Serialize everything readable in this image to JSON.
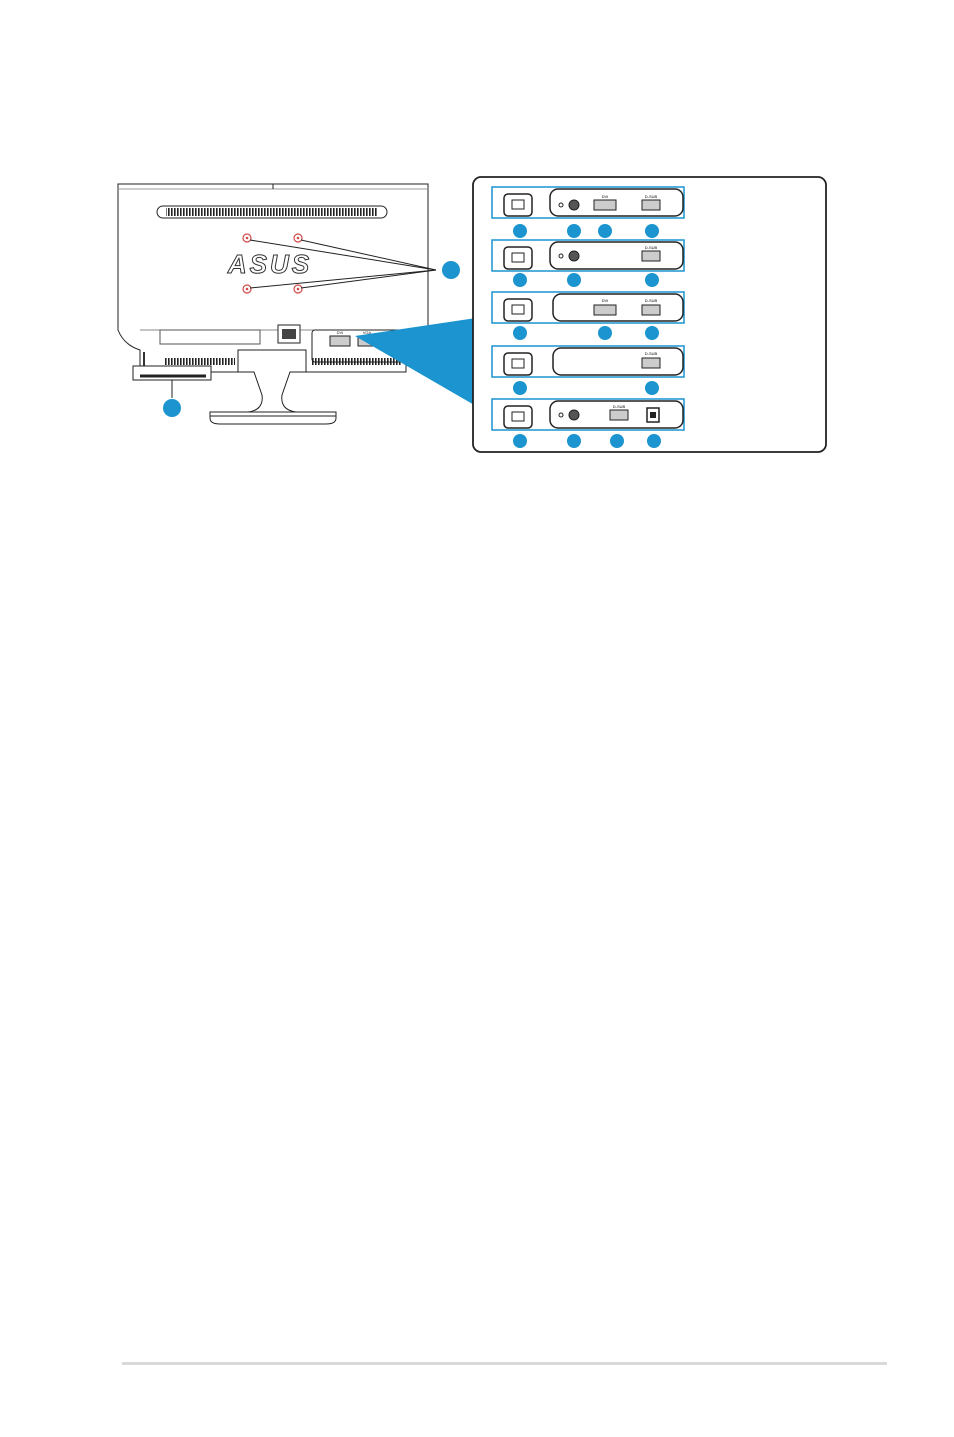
{
  "diagram": {
    "brand_logo": "ASUS",
    "monitor_port_labels": {
      "dvi": "DVI",
      "vga": "VGA"
    },
    "callout_color": "#1b94cf",
    "connector_panel_rows": [
      {
        "port_labels": [
          "",
          "DVI",
          "D-SUB"
        ],
        "callouts": 4
      },
      {
        "port_labels": [
          "",
          "D-SUB"
        ],
        "callouts": 3
      },
      {
        "port_labels": [
          "DVI",
          "D-SUB"
        ],
        "callouts": 3
      },
      {
        "port_labels": [
          "D-SUB"
        ],
        "callouts": 2
      },
      {
        "port_labels": [
          "",
          "D-SUB",
          ""
        ],
        "callouts": 4
      }
    ]
  }
}
